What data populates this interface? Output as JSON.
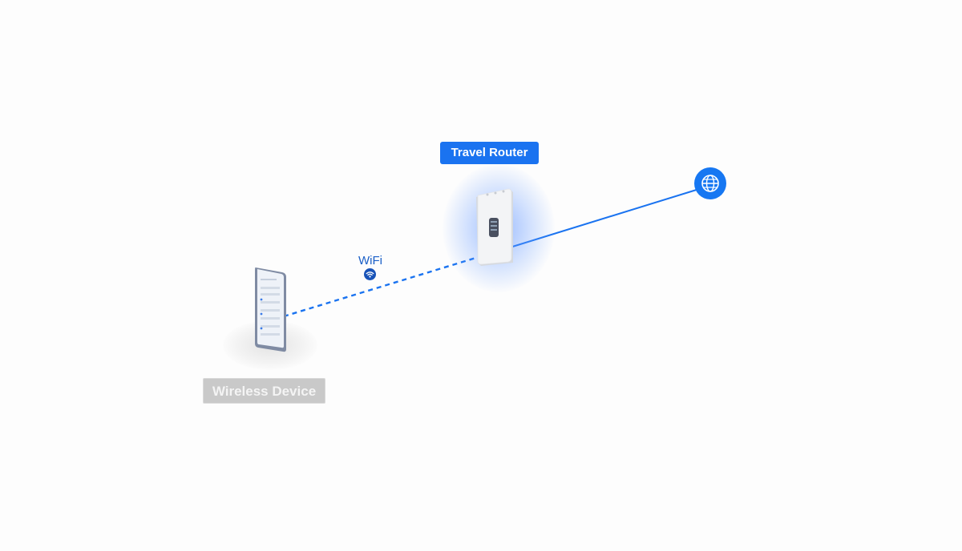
{
  "router": {
    "label": "Travel Router"
  },
  "client": {
    "label": "Wireless Device"
  },
  "connection": {
    "wifi_label": "WiFi",
    "wifi_icon": "wifi-icon"
  },
  "internet": {
    "icon": "globe-icon"
  },
  "colors": {
    "accent": "#1a73f0",
    "link_solid": "#1a73f0",
    "link_dashed": "#1a73f0",
    "muted_label": "#c9c9c9"
  }
}
